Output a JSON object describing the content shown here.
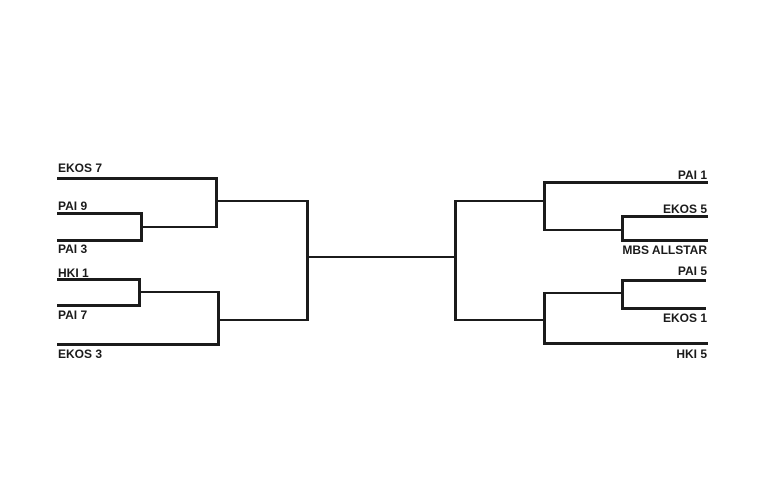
{
  "bracket": {
    "type": "single-elimination-tournament",
    "left_teams": [
      "EKOS 7",
      "PAI 9",
      "PAI 3",
      "HKI 1",
      "PAI 7",
      "EKOS 3"
    ],
    "right_teams": [
      "PAI 1",
      "EKOS 5",
      "MBS ALLSTAR",
      "PAI 5",
      "EKOS 1",
      "HKI 5"
    ],
    "colors": {
      "line": "#1b1b1b",
      "text": "#1a1a1a",
      "background": "#ffffff"
    }
  }
}
